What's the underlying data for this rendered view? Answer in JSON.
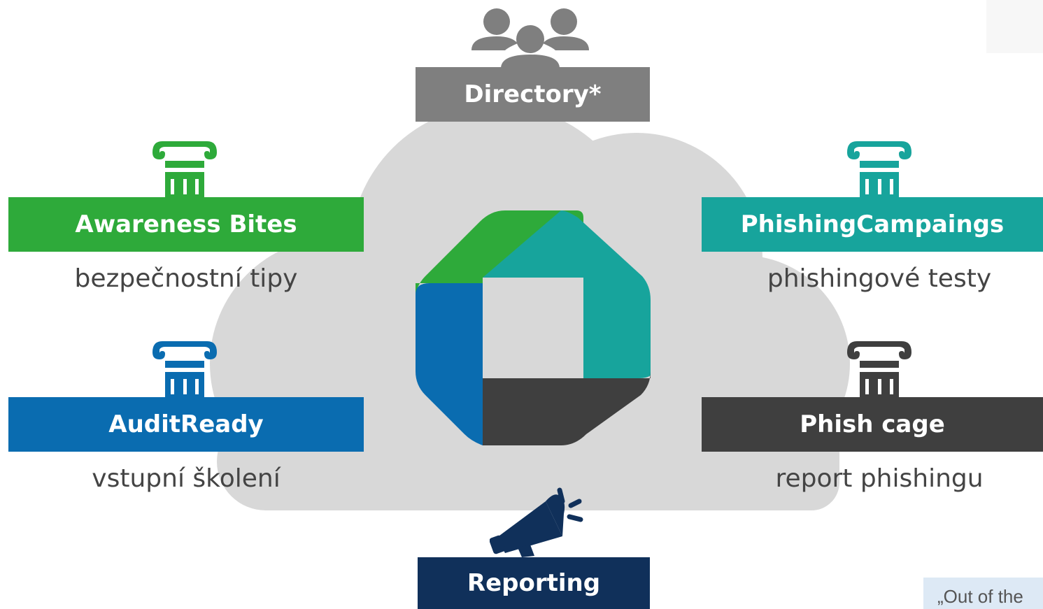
{
  "directory": {
    "label": "Directory*",
    "icon": "people-group-icon",
    "color": "#7f7f7f"
  },
  "modules": [
    {
      "label": "Awareness Bites",
      "caption": "bezpečnostní tipy",
      "color": "#2eaa3a",
      "icon": "pillar-icon"
    },
    {
      "label": "PhishingCampaings",
      "caption": "phishingové testy",
      "color": "#17a49c",
      "icon": "pillar-icon"
    },
    {
      "label": "AuditReady",
      "caption": "vstupní školení",
      "color": "#0a6cb0",
      "icon": "pillar-icon"
    },
    {
      "label": "Phish cage",
      "caption": "report phishingu",
      "color": "#3f3f3f",
      "icon": "pillar-icon"
    }
  ],
  "reporting": {
    "label": "Reporting",
    "icon": "megaphone-icon",
    "color": "#10305a"
  },
  "logo": {
    "icon": "product-logo-icon",
    "colors": {
      "green": "#2eaa3a",
      "teal": "#17a49c",
      "blue": "#0a6cb0",
      "dark": "#3f3f3f"
    }
  },
  "cloud_color": "#d8d8d8",
  "quote": "„Out of the"
}
